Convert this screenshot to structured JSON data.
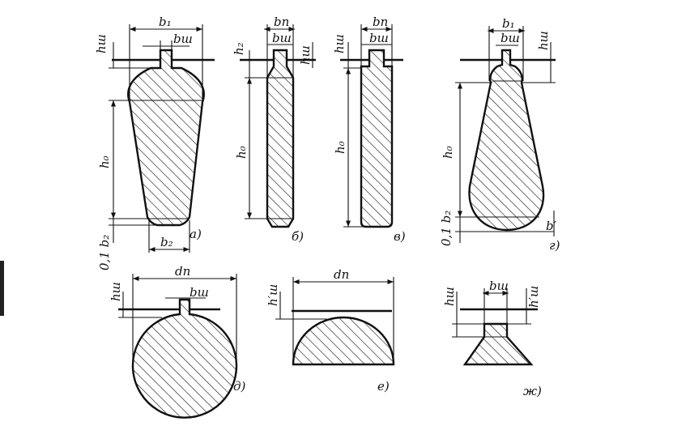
{
  "labels": {
    "a": {
      "b1": "b₁",
      "bsh": "bш",
      "hsh": "hш",
      "h0": "h₀",
      "b2": "b₂",
      "k01b2": "0,1 b₂",
      "caption": "а)"
    },
    "b": {
      "bp": "bп",
      "bsh": "bш",
      "h2": "h₂",
      "hsh": "hш",
      "h0": "h₀",
      "caption": "б)"
    },
    "v": {
      "bp": "bп",
      "bsh": "bш",
      "hsh": "hш",
      "h0": "h₀",
      "caption": "в)"
    },
    "g": {
      "b1": "b₁",
      "bsh": "bш",
      "hsh": "hш",
      "h0": "h₀",
      "k01b2": "0,1 b₂",
      "bprime": "b′",
      "caption": "г)"
    },
    "d": {
      "dp": "dп",
      "hsh": "hш",
      "bsh": "bш",
      "caption": "д)"
    },
    "e": {
      "dp": "dп",
      "hsh_prime": "h′ш",
      "caption": "е)"
    },
    "zh": {
      "bsh": "bш",
      "hsh": "hш",
      "hsh_prime": "h′ш",
      "caption": "ж)"
    }
  }
}
